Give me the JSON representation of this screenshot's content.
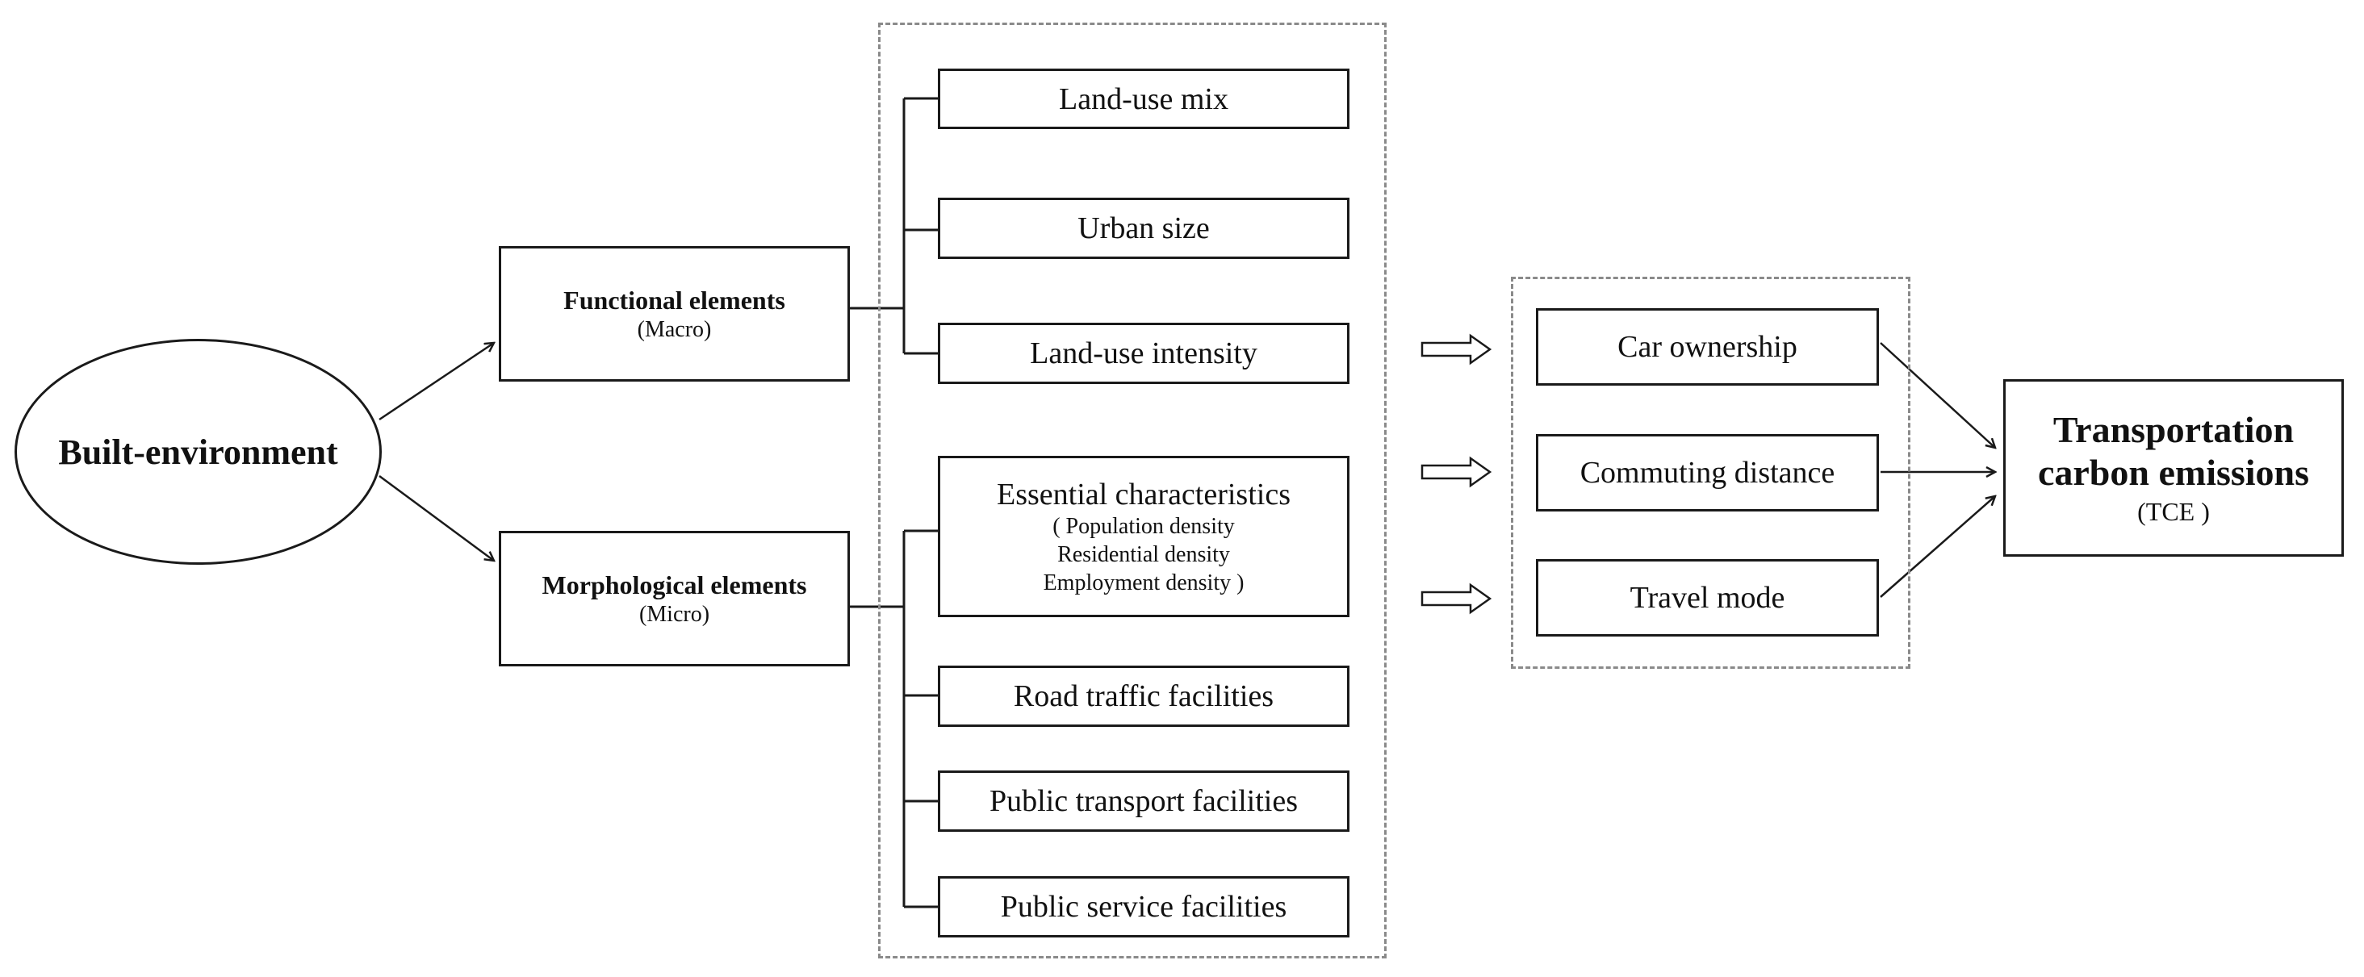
{
  "root": {
    "label": "Built-environment"
  },
  "functional": {
    "label": "Functional elements",
    "scale": "(Macro)"
  },
  "morphological": {
    "label": "Morphological elements",
    "scale": "(Micro)"
  },
  "functional_items": [
    "Land-use mix",
    "Urban size",
    "Land-use intensity"
  ],
  "essential": {
    "label": "Essential characteristics",
    "sub": [
      "( Population density",
      "Residential density",
      "Employment density )"
    ]
  },
  "morphological_items": [
    "Road traffic facilities",
    "Public transport facilities",
    "Public service facilities"
  ],
  "mediators": [
    "Car ownership",
    "Commuting distance",
    "Travel mode"
  ],
  "outcome": {
    "line1": "Transportation",
    "line2": "carbon emissions",
    "abbr": "(TCE )"
  },
  "colors": {
    "line": "#1a1a1a",
    "dashed_border": "#8a8a8a",
    "background": "#ffffff"
  }
}
